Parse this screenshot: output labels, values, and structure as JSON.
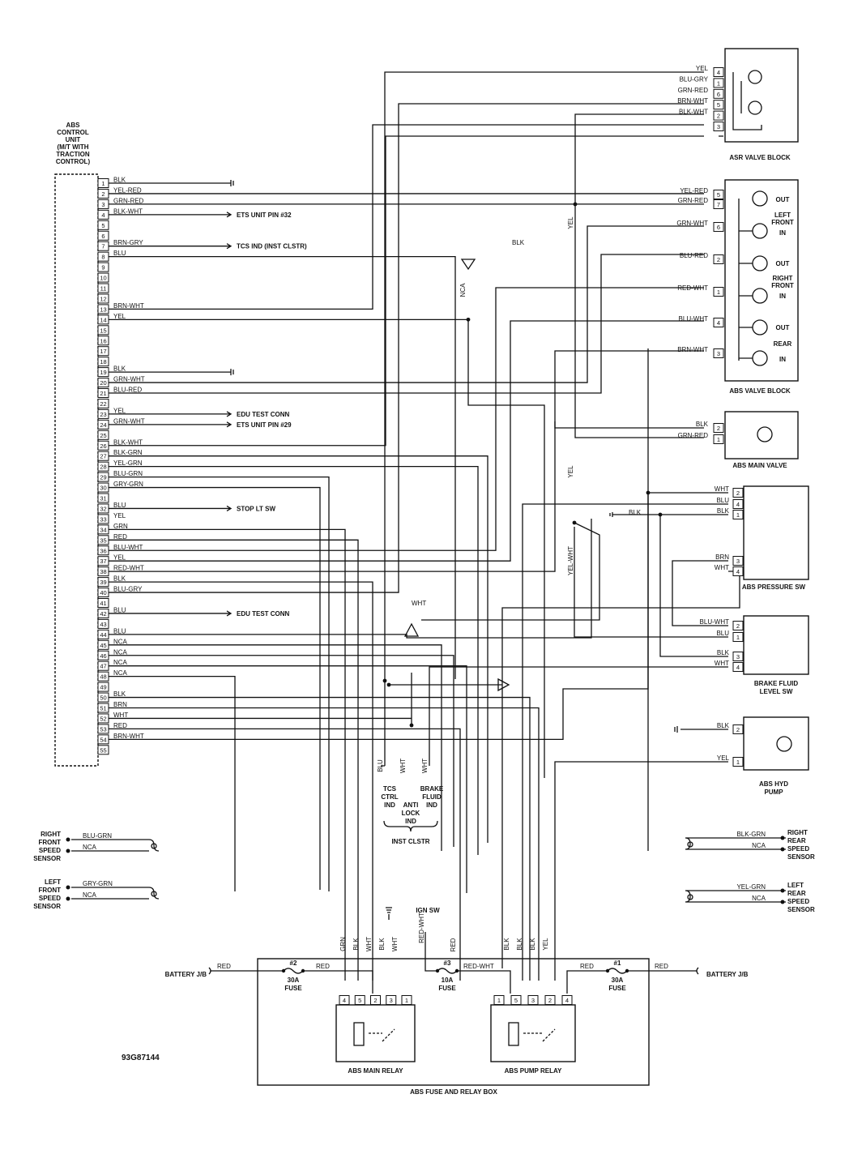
{
  "control_unit": {
    "title": [
      "ABS",
      "CONTROL",
      "UNIT",
      "(M/T WITH",
      "TRACTION",
      "CONTROL)"
    ],
    "pins": [
      {
        "n": "1",
        "wire": "BLK",
        "dest": ""
      },
      {
        "n": "2",
        "wire": "YEL-RED",
        "dest": ""
      },
      {
        "n": "3",
        "wire": "GRN-RED",
        "dest": ""
      },
      {
        "n": "4",
        "wire": "BLK-WHT",
        "dest": "ETS UNIT PIN #32"
      },
      {
        "n": "5",
        "wire": "",
        "dest": ""
      },
      {
        "n": "6",
        "wire": "",
        "dest": ""
      },
      {
        "n": "7",
        "wire": "BRN-GRY",
        "dest": "TCS IND (INST CLSTR)"
      },
      {
        "n": "8",
        "wire": "BLU",
        "dest": ""
      },
      {
        "n": "9",
        "wire": "",
        "dest": ""
      },
      {
        "n": "10",
        "wire": "",
        "dest": ""
      },
      {
        "n": "11",
        "wire": "",
        "dest": ""
      },
      {
        "n": "12",
        "wire": "",
        "dest": ""
      },
      {
        "n": "13",
        "wire": "BRN-WHT",
        "dest": ""
      },
      {
        "n": "14",
        "wire": "YEL",
        "dest": ""
      },
      {
        "n": "15",
        "wire": "",
        "dest": ""
      },
      {
        "n": "16",
        "wire": "",
        "dest": ""
      },
      {
        "n": "17",
        "wire": "",
        "dest": ""
      },
      {
        "n": "18",
        "wire": "",
        "dest": ""
      },
      {
        "n": "19",
        "wire": "BLK",
        "dest": ""
      },
      {
        "n": "20",
        "wire": "GRN-WHT",
        "dest": ""
      },
      {
        "n": "21",
        "wire": "BLU-RED",
        "dest": ""
      },
      {
        "n": "22",
        "wire": "",
        "dest": ""
      },
      {
        "n": "23",
        "wire": "YEL",
        "dest": "EDU TEST CONN"
      },
      {
        "n": "24",
        "wire": "GRN-WHT",
        "dest": "ETS UNIT PIN #29"
      },
      {
        "n": "25",
        "wire": "",
        "dest": ""
      },
      {
        "n": "26",
        "wire": "BLK-WHT",
        "dest": ""
      },
      {
        "n": "27",
        "wire": "BLK-GRN",
        "dest": ""
      },
      {
        "n": "28",
        "wire": "YEL-GRN",
        "dest": ""
      },
      {
        "n": "29",
        "wire": "BLU-GRN",
        "dest": ""
      },
      {
        "n": "30",
        "wire": "GRY-GRN",
        "dest": ""
      },
      {
        "n": "31",
        "wire": "",
        "dest": ""
      },
      {
        "n": "32",
        "wire": "BLU",
        "dest": "STOP LT SW"
      },
      {
        "n": "33",
        "wire": "YEL",
        "dest": ""
      },
      {
        "n": "34",
        "wire": "GRN",
        "dest": ""
      },
      {
        "n": "35",
        "wire": "RED",
        "dest": ""
      },
      {
        "n": "36",
        "wire": "BLU-WHT",
        "dest": ""
      },
      {
        "n": "37",
        "wire": "YEL",
        "dest": ""
      },
      {
        "n": "38",
        "wire": "RED-WHT",
        "dest": ""
      },
      {
        "n": "39",
        "wire": "BLK",
        "dest": ""
      },
      {
        "n": "40",
        "wire": "BLU-GRY",
        "dest": ""
      },
      {
        "n": "41",
        "wire": "",
        "dest": ""
      },
      {
        "n": "42",
        "wire": "BLU",
        "dest": "EDU TEST CONN"
      },
      {
        "n": "43",
        "wire": "",
        "dest": ""
      },
      {
        "n": "44",
        "wire": "BLU",
        "dest": ""
      },
      {
        "n": "45",
        "wire": "NCA",
        "dest": ""
      },
      {
        "n": "46",
        "wire": "NCA",
        "dest": ""
      },
      {
        "n": "47",
        "wire": "NCA",
        "dest": ""
      },
      {
        "n": "48",
        "wire": "NCA",
        "dest": ""
      },
      {
        "n": "49",
        "wire": "",
        "dest": ""
      },
      {
        "n": "50",
        "wire": "BLK",
        "dest": ""
      },
      {
        "n": "51",
        "wire": "BRN",
        "dest": ""
      },
      {
        "n": "52",
        "wire": "WHT",
        "dest": ""
      },
      {
        "n": "53",
        "wire": "RED",
        "dest": ""
      },
      {
        "n": "54",
        "wire": "BRN-WHT",
        "dest": ""
      },
      {
        "n": "55",
        "wire": "",
        "dest": ""
      }
    ]
  },
  "asr_valve_block": {
    "title": "ASR VALVE BLOCK",
    "pins": [
      {
        "n": "4",
        "wire": "YEL"
      },
      {
        "n": "1",
        "wire": "BLU-GRY"
      },
      {
        "n": "6",
        "wire": "GRN-RED"
      },
      {
        "n": "5",
        "wire": "BRN-WHT"
      },
      {
        "n": "2",
        "wire": "BLK-WHT"
      },
      {
        "n": "3",
        "wire": ""
      }
    ]
  },
  "abs_valve_block": {
    "title": "ABS VALVE BLOCK",
    "pins": [
      {
        "n": "5",
        "wire": "YEL-RED"
      },
      {
        "n": "7",
        "wire": "GRN-RED"
      },
      {
        "n": "6",
        "wire": "GRN-WHT"
      },
      {
        "n": "2",
        "wire": "BLU-RED"
      },
      {
        "n": "1",
        "wire": "RED-WHT"
      },
      {
        "n": "4",
        "wire": "BLU-WHT"
      },
      {
        "n": "3",
        "wire": "BRN-WHT"
      }
    ],
    "valve_labels": [
      "OUT",
      "LEFT FRONT",
      "IN",
      "OUT",
      "RIGHT FRONT",
      "IN",
      "OUT",
      "REAR",
      "IN"
    ]
  },
  "abs_main_valve": {
    "title": "ABS MAIN VALVE",
    "pins": [
      {
        "n": "2",
        "wire": "BLK"
      },
      {
        "n": "1",
        "wire": "GRN-RED"
      }
    ]
  },
  "abs_pressure_sw": {
    "title": "ABS PRESSURE SW",
    "pins": [
      {
        "n": "2",
        "wire": "WHT"
      },
      {
        "n": "4",
        "wire": "BLU"
      },
      {
        "n": "1",
        "wire": "BLK"
      },
      {
        "n": "3",
        "wire": "BRN"
      },
      {
        "n": "4",
        "wire": "WHT"
      }
    ],
    "ground_wire": "BLK"
  },
  "brake_fluid_level_sw": {
    "title": [
      "BRAKE FLUID",
      "LEVEL SW"
    ],
    "pins": [
      {
        "n": "2",
        "wire": "BLU-WHT"
      },
      {
        "n": "1",
        "wire": "BLU"
      },
      {
        "n": "3",
        "wire": "BLK"
      },
      {
        "n": "4",
        "wire": "WHT"
      }
    ]
  },
  "abs_hyd_pump": {
    "title": [
      "ABS HYD",
      "PUMP"
    ],
    "pins": [
      {
        "n": "2",
        "wire": "BLK"
      },
      {
        "n": "1",
        "wire": "YEL"
      }
    ]
  },
  "middle_labels": {
    "yel_vertical": "YEL",
    "nca_vertical": "NCA",
    "blk_ground": "BLK",
    "yel_lower": "YEL",
    "yel_wht": "YEL-WHT",
    "wht_top": "WHT"
  },
  "inst_clstr": {
    "wires": [
      "BLU",
      "WHT",
      "WHT"
    ],
    "indicators": [
      [
        "TCS",
        "CTRL",
        "IND"
      ],
      [
        "ANTI",
        "LOCK",
        "IND"
      ],
      [
        "BRAKE",
        "FLUID",
        "IND"
      ]
    ],
    "title": "INST CLSTR"
  },
  "speed_sensors": {
    "right_front": {
      "label": [
        "RIGHT",
        "FRONT",
        "SPEED",
        "SENSOR"
      ],
      "wires": [
        "BLU-GRN",
        "NCA"
      ]
    },
    "left_front": {
      "label": [
        "LEFT",
        "FRONT",
        "SPEED",
        "SENSOR"
      ],
      "wires": [
        "GRY-GRN",
        "NCA"
      ]
    },
    "right_rear": {
      "label": [
        "RIGHT",
        "REAR",
        "SPEED",
        "SENSOR"
      ],
      "wires": [
        "BLK-GRN",
        "NCA"
      ]
    },
    "left_rear": {
      "label": [
        "LEFT",
        "REAR",
        "SPEED",
        "SENSOR"
      ],
      "wires": [
        "YEL-GRN",
        "NCA"
      ]
    }
  },
  "fuse_box": {
    "title": "ABS FUSE AND RELAY BOX",
    "ign_sw": "IGN SW",
    "battery_left": "BATTERY J/B",
    "battery_right": "BATTERY J/B",
    "fuse2": {
      "num": "#2",
      "rating": [
        "30A",
        "FUSE"
      ]
    },
    "fuse3": {
      "num": "#3",
      "rating": [
        "10A",
        "FUSE"
      ]
    },
    "fuse1": {
      "num": "#1",
      "rating": [
        "30A",
        "FUSE"
      ]
    },
    "wires": {
      "bat_left": "RED",
      "f2_out": "RED",
      "f3_out": "RED-WHT",
      "f1_in": "RED",
      "bat_right": "RED",
      "main_top": [
        "GRN",
        "BLK",
        "WHT",
        "BLK",
        "WHT"
      ],
      "ign": "RED-WHT",
      "red_v": "RED",
      "pump_top": [
        "BLK",
        "BLK",
        "BLK",
        "YEL"
      ]
    },
    "main_relay": {
      "title": "ABS MAIN RELAY",
      "pins": [
        "4",
        "5",
        "2",
        "3",
        "1"
      ]
    },
    "pump_relay": {
      "title": "ABS PUMP RELAY",
      "pins": [
        "1",
        "5",
        "3",
        "2",
        "4"
      ]
    }
  },
  "diagram_code": "93G87144"
}
